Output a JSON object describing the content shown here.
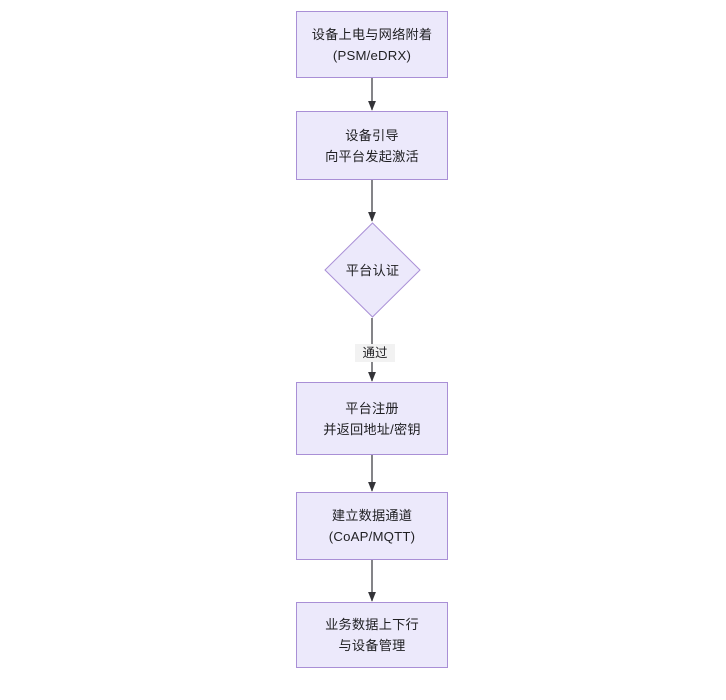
{
  "diagram": {
    "type": "flowchart",
    "direction": "top-to-bottom",
    "title": "",
    "style": {
      "node_fill": "#ece9fb",
      "node_border": "#a98fd6",
      "text_color": "#1f1f22",
      "edge_color": "#333338",
      "canvas_background": "#ffffff",
      "edge_label_background": "#f2f2f2"
    },
    "nodes": [
      {
        "id": "n1",
        "shape": "rect",
        "lines": [
          "设备上电与网络附着",
          "(PSM/eDRX)"
        ]
      },
      {
        "id": "n2",
        "shape": "rect",
        "lines": [
          "设备引导",
          "向平台发起激活"
        ]
      },
      {
        "id": "n3",
        "shape": "diamond",
        "lines": [
          "平台认证"
        ]
      },
      {
        "id": "n4",
        "shape": "rect",
        "lines": [
          "平台注册",
          "并返回地址/密钥"
        ]
      },
      {
        "id": "n5",
        "shape": "rect",
        "lines": [
          "建立数据通道",
          "(CoAP/MQTT)"
        ]
      },
      {
        "id": "n6",
        "shape": "rect",
        "lines": [
          "业务数据上下行",
          "与设备管理"
        ]
      }
    ],
    "edges": [
      {
        "id": "e1",
        "from": "n1",
        "to": "n2",
        "label": ""
      },
      {
        "id": "e2",
        "from": "n2",
        "to": "n3",
        "label": ""
      },
      {
        "id": "e3",
        "from": "n3",
        "to": "n4",
        "label": "通过"
      },
      {
        "id": "e4",
        "from": "n4",
        "to": "n5",
        "label": ""
      },
      {
        "id": "e5",
        "from": "n5",
        "to": "n6",
        "label": ""
      }
    ]
  }
}
